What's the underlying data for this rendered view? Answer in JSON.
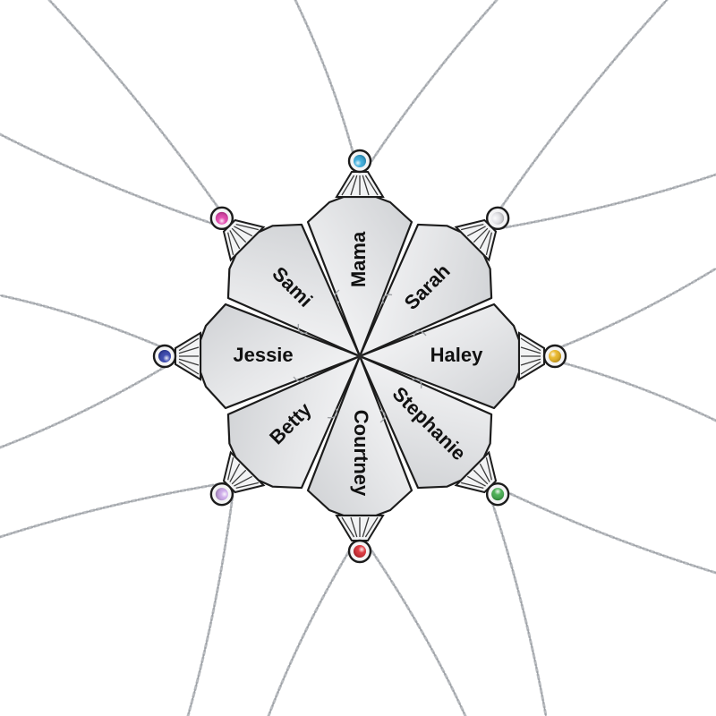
{
  "pendants": [
    {
      "name": "Mama",
      "gem_color": "#2ea6d9",
      "gem": "blue-topaz-gem-icon"
    },
    {
      "name": "Sarah",
      "gem_color": "#e6e6ea",
      "gem": "clear-crystal-gem-icon"
    },
    {
      "name": "Haley",
      "gem_color": "#e8b21a",
      "gem": "yellow-topaz-gem-icon"
    },
    {
      "name": "Stephanie",
      "gem_color": "#3aa845",
      "gem": "peridot-gem-icon"
    },
    {
      "name": "Courtney",
      "gem_color": "#d8242c",
      "gem": "ruby-gem-icon"
    },
    {
      "name": "Betty",
      "gem_color": "#c9a3e8",
      "gem": "light-amethyst-gem-icon"
    },
    {
      "name": "Jessie",
      "gem_color": "#2a3aa8",
      "gem": "sapphire-gem-icon"
    },
    {
      "name": "Sami",
      "gem_color": "#e03aa8",
      "gem": "pink-tourmaline-gem-icon"
    }
  ],
  "colors": {
    "background": "#ffffff",
    "silver": "#e9eaec",
    "chain": "#b9bcc0",
    "edge": "#1c1c1c"
  }
}
